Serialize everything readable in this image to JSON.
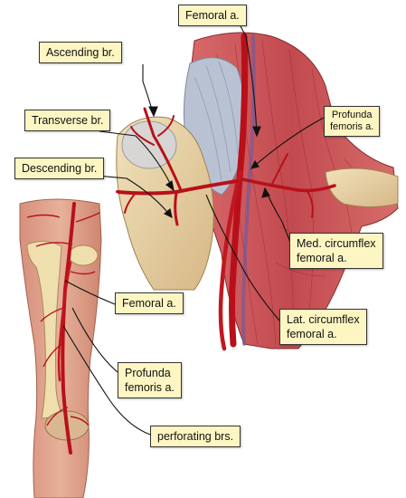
{
  "labels": {
    "femoral_top": "Femoral a.",
    "ascending": "Ascending br.",
    "transverse": "Transverse br.",
    "descending": "Descending br.",
    "profunda_top": [
      "Profunda",
      "femoris a."
    ],
    "med_circumflex": [
      "Med. circumflex",
      "femoral a."
    ],
    "femoral_mid": "Femoral a.",
    "lat_circumflex": [
      "Lat. circumflex",
      "femoral a."
    ],
    "profunda_mid": [
      "Profunda",
      "femoris a."
    ],
    "perforating": "perforating brs."
  },
  "colors": {
    "label_bg": "#fdf6c3",
    "artery": "#b8101a",
    "muscle": "#c9565a",
    "bone": "#e8d2a2",
    "ligament": "#b7bfd0"
  }
}
